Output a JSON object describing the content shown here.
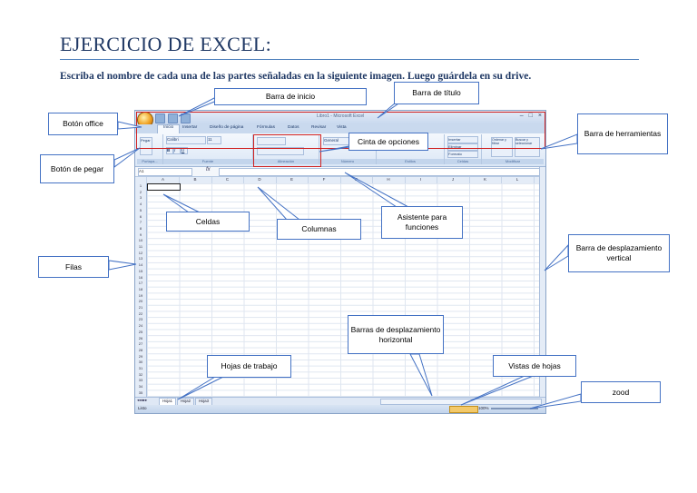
{
  "heading": "EJERCICIO DE EXCEL:",
  "instruction": "Escriba el nombre de cada una de las partes señaladas en la siguiente imagen. Luego guárdela en su drive.",
  "labels": {
    "barra_inicio": "Barra de inicio",
    "barra_titulo": "Barra de título",
    "boton_office": "Botón office",
    "barra_herramientas": "Barra de herramientas",
    "boton_pegar": "Botón de pegar",
    "cinta_opciones": "Cinta de opciones",
    "celdas": "Celdas",
    "columnas": "Columnas",
    "asistente": "Asistente para funciones",
    "filas": "Filas",
    "desplazamiento_vertical": "Barra de desplazamiento vertical",
    "desplazamiento_horizontal": "Barras de desplazamiento horizontal",
    "hojas_trabajo": "Hojas de trabajo",
    "vistas_hojas": "Vistas de hojas",
    "zoom": "zood"
  },
  "excel": {
    "window_title": "Libro1 - Microsoft Excel",
    "tabs": [
      "Inicio",
      "Insertar",
      "Diseño de página",
      "Fórmulas",
      "Datos",
      "Revisar",
      "Vista"
    ],
    "groups": [
      "Portapa...",
      "Fuente",
      "Alineación",
      "Número",
      "Estilos",
      "Celdas",
      "Modificar"
    ],
    "font_name": "Calibri",
    "font_size": "11",
    "number_format": "General",
    "paste_label": "Pegar",
    "cell_buttons": [
      "Insertar",
      "Eliminar",
      "Formato"
    ],
    "edit_buttons": [
      "Ordenar y filtrar",
      "Buscar y seleccionar"
    ],
    "name_box": "A1",
    "columns": [
      "A",
      "B",
      "C",
      "D",
      "E",
      "F",
      "G",
      "H",
      "I",
      "J",
      "K",
      "L"
    ],
    "rows": [
      "1",
      "2",
      "3",
      "4",
      "5",
      "6",
      "7",
      "8",
      "9",
      "10",
      "11",
      "12",
      "13",
      "14",
      "15",
      "16",
      "17",
      "18",
      "19",
      "20",
      "21",
      "22",
      "23",
      "24",
      "25",
      "26",
      "27",
      "28",
      "29",
      "30",
      "31",
      "32",
      "33",
      "34",
      "35"
    ],
    "sheet_tabs": [
      "Hoja1",
      "Hoja2",
      "Hoja3"
    ],
    "status": "Listo",
    "zoom": "100%"
  }
}
